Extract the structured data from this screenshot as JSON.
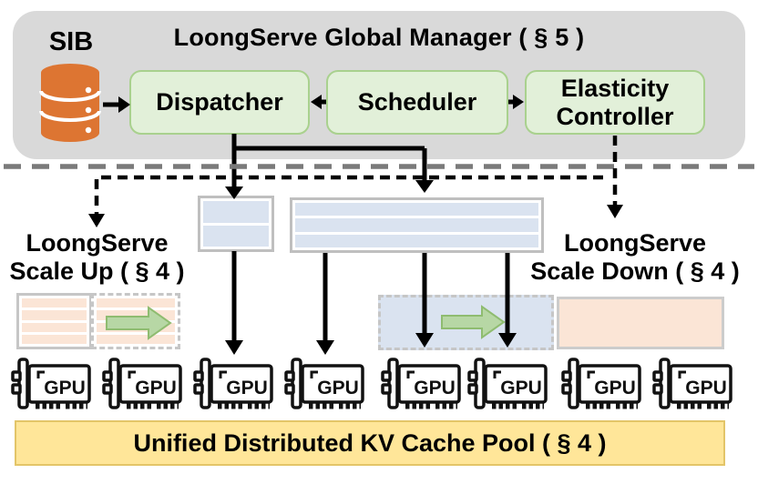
{
  "manager": {
    "title": "LoongServe Global Manager ( § 5 )",
    "sib_label": "SIB",
    "modules": [
      {
        "label": "Dispatcher"
      },
      {
        "label": "Scheduler"
      },
      {
        "label": "Elasticity Controller"
      }
    ]
  },
  "scale_up": {
    "line1": "LoongServe",
    "line2": "Scale Up ( § 4 )"
  },
  "scale_down": {
    "line1": "LoongServe",
    "line2": "Scale Down ( § 4 )"
  },
  "gpu": {
    "label": "GPU",
    "count": 8
  },
  "kv_pool": {
    "label": "Unified Distributed KV Cache Pool ( § 4 )"
  },
  "icons": {
    "sib_icon": "database-icon",
    "scale_arrows": "right-arrow-icon",
    "gpu_icons": "gpu-card-icon"
  },
  "colors": {
    "manager_bg": "#d9d9d9",
    "module_fill": "#e2f0d9",
    "module_border": "#a9d18e",
    "queue_fill": "#dae3f0",
    "instance_fill": "#fbe5d6",
    "db_orange": "#dd7532",
    "green_arrow_fill": "#b7d7a5",
    "green_arrow_border": "#8fbc70",
    "kv_pool_fill": "#ffe699",
    "kv_pool_border": "#e3c568"
  }
}
